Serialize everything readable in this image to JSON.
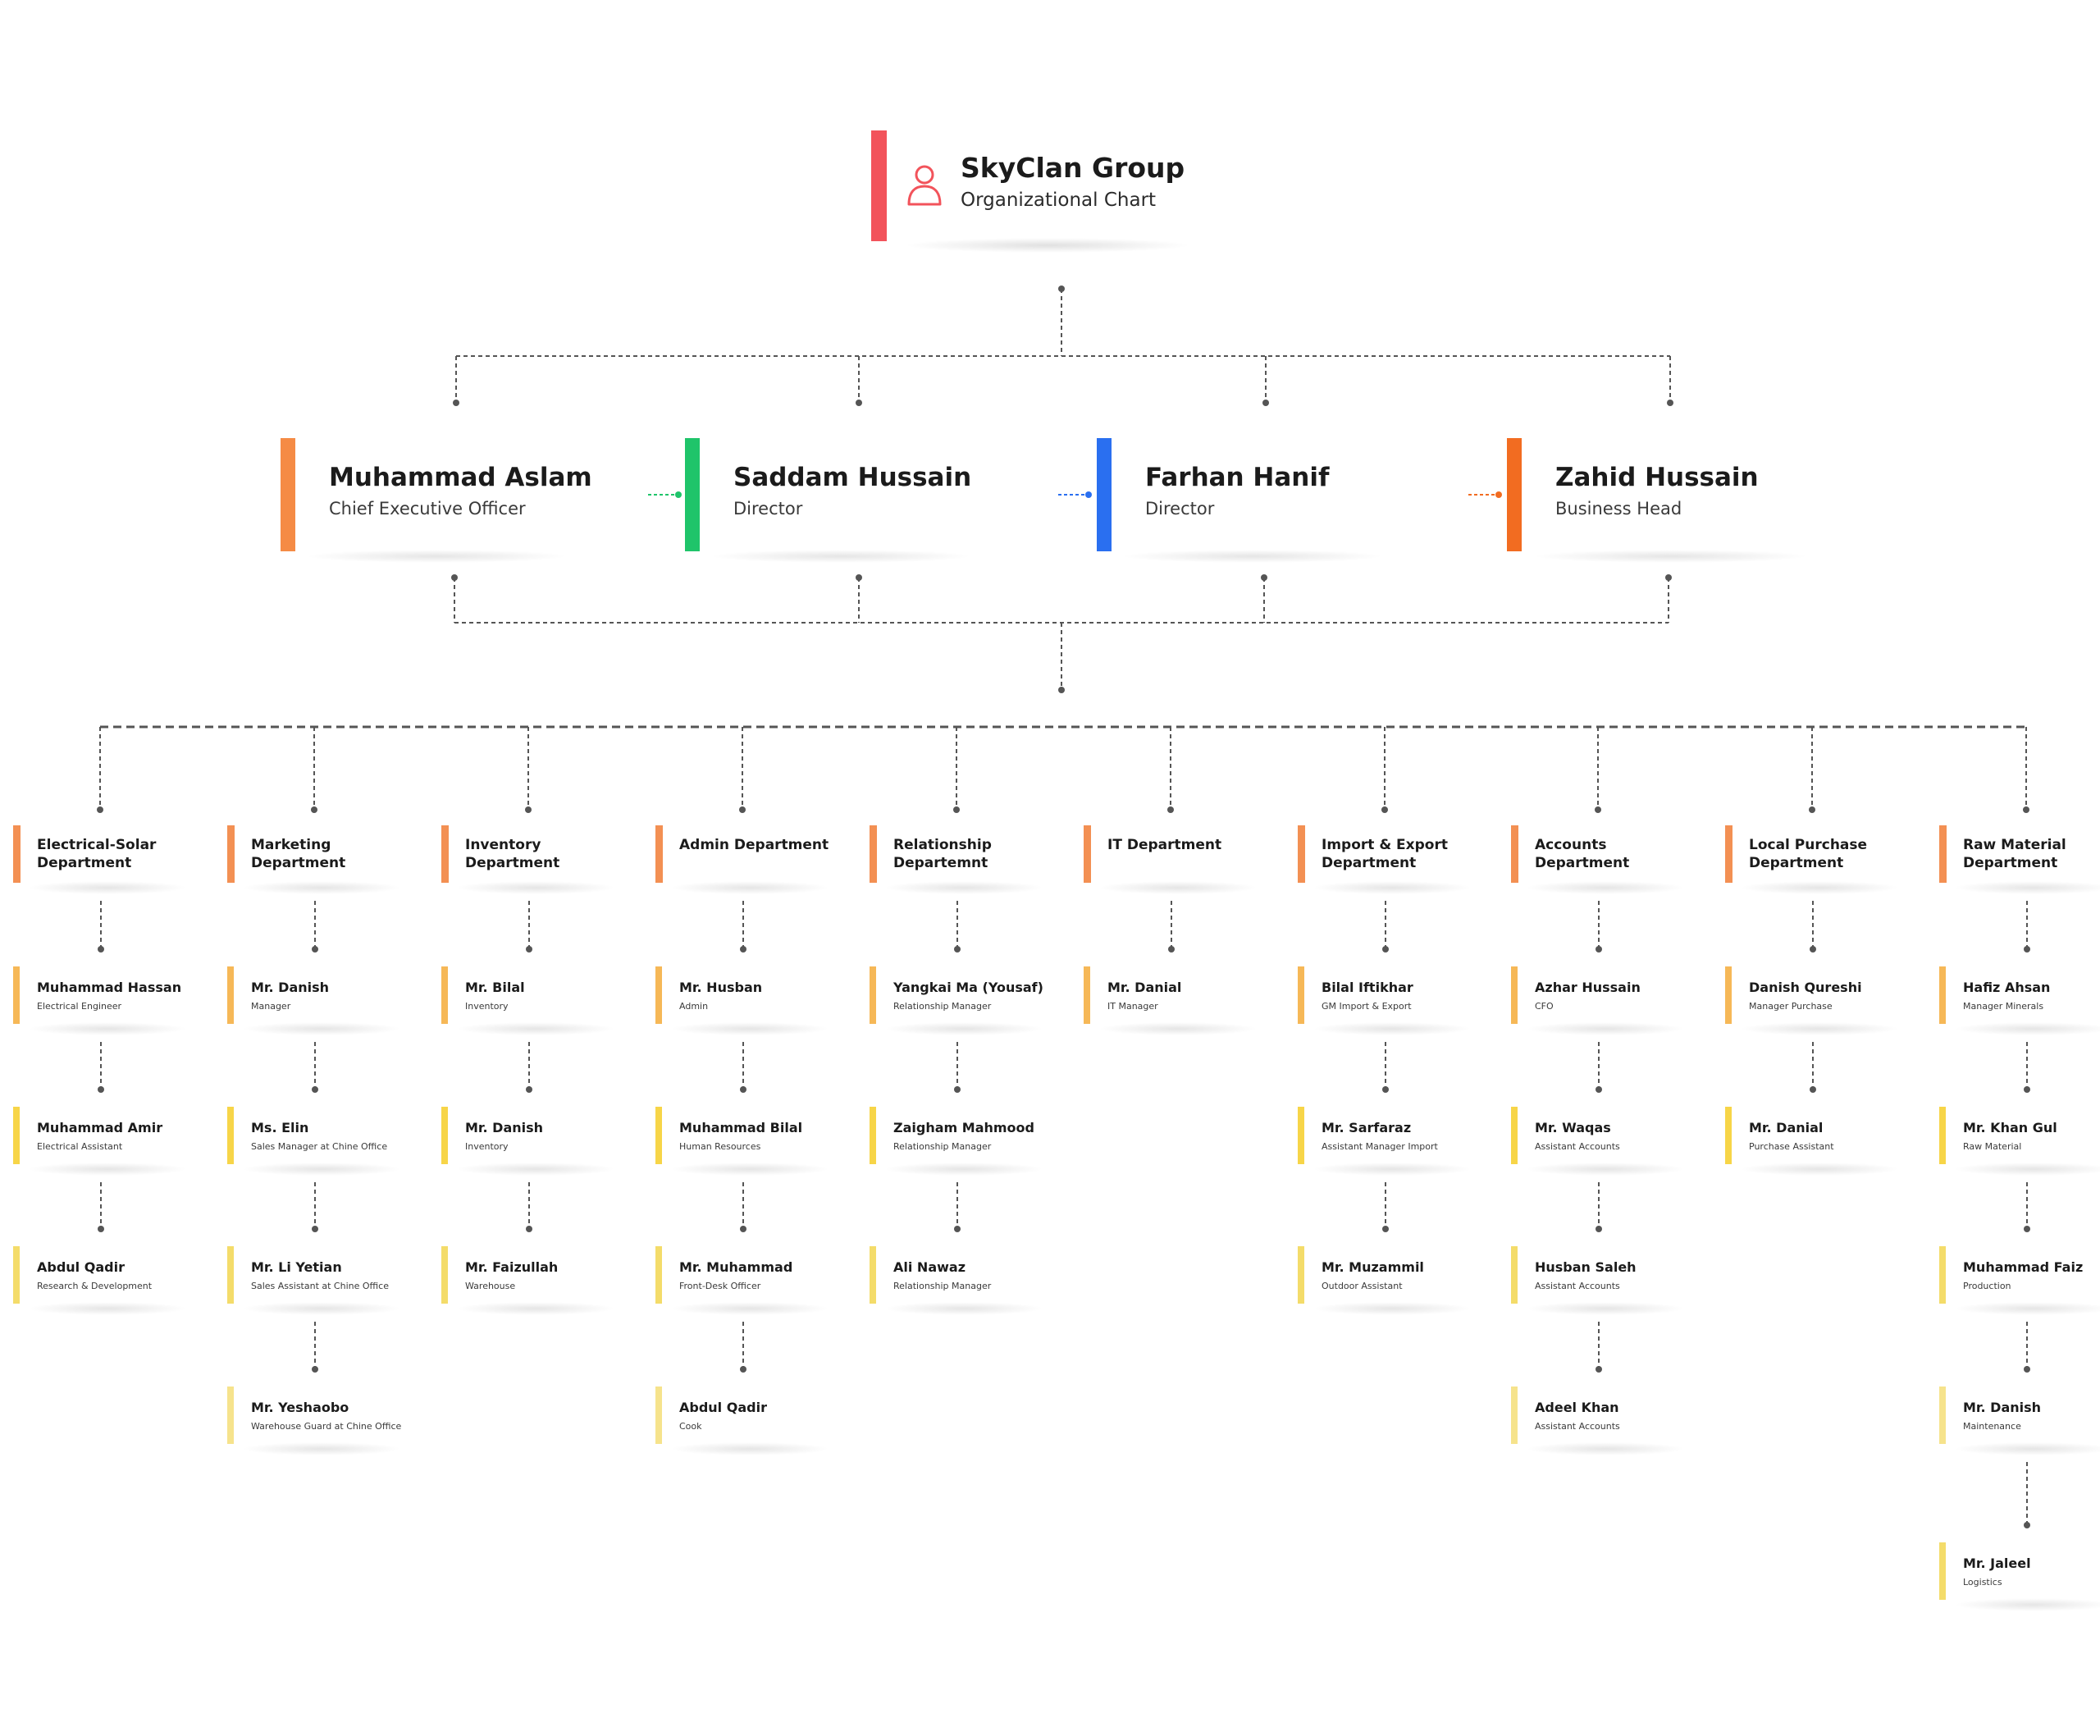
{
  "title": {
    "company": "SkyClan Group",
    "subtitle": "Organizational Chart",
    "icon": "user-icon",
    "color": "#f2535b"
  },
  "executives": [
    {
      "name": "Muhammad Aslam",
      "role": "Chief Executive Officer",
      "color": "#f58b45"
    },
    {
      "name": "Saddam Hussain",
      "role": "Director",
      "color": "#1fc46a"
    },
    {
      "name": "Farhan Hanif",
      "role": "Director",
      "color": "#2a6ff0"
    },
    {
      "name": "Zahid Hussain",
      "role": "Business Head",
      "color": "#f26c21"
    }
  ],
  "colors": {
    "department": "#f39053",
    "level1": "#f6b857",
    "level2": "#f7d548",
    "level3": "#f4dc6a",
    "level4": "#f6e38c",
    "connector": "#555555"
  },
  "departments": [
    {
      "name": "Electrical-Solar Department",
      "members": [
        {
          "name": "Muhammad Hassan",
          "role": "Electrical Engineer"
        },
        {
          "name": "Muhammad Amir",
          "role": "Electrical Assistant"
        },
        {
          "name": "Abdul Qadir",
          "role": "Research & Development"
        }
      ]
    },
    {
      "name": "Marketing Department",
      "members": [
        {
          "name": "Mr. Danish",
          "role": "Manager"
        },
        {
          "name": "Ms. Elin",
          "role": "Sales Manager at Chine Office"
        },
        {
          "name": "Mr. Li Yetian",
          "role": "Sales Assistant at Chine Office"
        },
        {
          "name": "Mr. Yeshaobo",
          "role": "Warehouse Guard at Chine Office"
        }
      ]
    },
    {
      "name": "Inventory Department",
      "members": [
        {
          "name": "Mr. Bilal",
          "role": "Inventory"
        },
        {
          "name": "Mr. Danish",
          "role": "Inventory"
        },
        {
          "name": "Mr. Faizullah",
          "role": "Warehouse"
        }
      ]
    },
    {
      "name": "Admin Department",
      "members": [
        {
          "name": "Mr. Husban",
          "role": "Admin"
        },
        {
          "name": "Muhammad Bilal",
          "role": "Human Resources"
        },
        {
          "name": "Mr. Muhammad",
          "role": "Front-Desk Officer"
        },
        {
          "name": "Abdul Qadir",
          "role": "Cook"
        }
      ]
    },
    {
      "name": "Relationship Departemnt",
      "members": [
        {
          "name": "Yangkai Ma (Yousaf)",
          "role": "Relationship Manager"
        },
        {
          "name": "Zaigham Mahmood",
          "role": "Relationship Manager"
        },
        {
          "name": "Ali Nawaz",
          "role": "Relationship Manager"
        }
      ]
    },
    {
      "name": "IT Department",
      "members": [
        {
          "name": "Mr. Danial",
          "role": "IT Manager"
        }
      ]
    },
    {
      "name": "Import & Export Department",
      "members": [
        {
          "name": "Bilal Iftikhar",
          "role": "GM Import & Export"
        },
        {
          "name": "Mr. Sarfaraz",
          "role": "Assistant Manager Import"
        },
        {
          "name": "Mr. Muzammil",
          "role": "Outdoor Assistant"
        }
      ]
    },
    {
      "name": "Accounts Department",
      "members": [
        {
          "name": "Azhar Hussain",
          "role": "CFO"
        },
        {
          "name": "Mr. Waqas",
          "role": "Assistant Accounts"
        },
        {
          "name": "Husban Saleh",
          "role": "Assistant Accounts"
        },
        {
          "name": "Adeel Khan",
          "role": "Assistant Accounts"
        }
      ]
    },
    {
      "name": "Local Purchase Department",
      "members": [
        {
          "name": "Danish Qureshi",
          "role": "Manager Purchase"
        },
        {
          "name": "Mr. Danial",
          "role": "Purchase Assistant"
        }
      ]
    },
    {
      "name": "Raw Material Department",
      "members": [
        {
          "name": "Hafiz Ahsan",
          "role": "Manager Minerals"
        },
        {
          "name": "Mr. Khan Gul",
          "role": "Raw Material"
        },
        {
          "name": "Muhammad Faiz",
          "role": "Production"
        },
        {
          "name": "Mr. Danish",
          "role": "Maintenance"
        },
        {
          "name": "Mr. Jaleel",
          "role": "Logistics"
        }
      ]
    }
  ]
}
